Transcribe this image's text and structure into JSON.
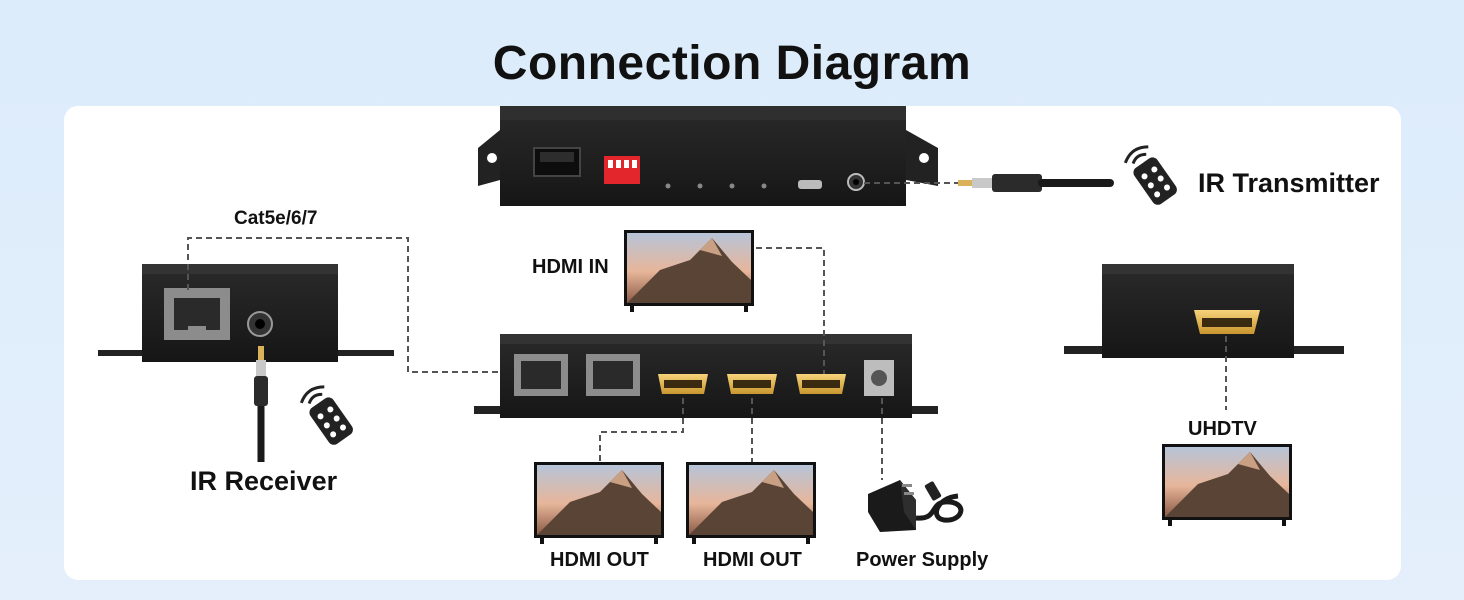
{
  "title": "Connection Diagram",
  "labels": {
    "cat_cable": "Cat5e/6/7",
    "ir_receiver": "IR Receiver",
    "ir_transmitter": "IR Transmitter",
    "hdmi_in": "HDMI IN",
    "hdmi_out_1": "HDMI OUT",
    "hdmi_out_2": "HDMI OUT",
    "power_supply": "Power Supply",
    "uhdtv": "UHDTV"
  },
  "colors": {
    "background": "#dcecfb",
    "panel": "#ffffff",
    "device_body": "#1f1f1f",
    "hdmi_port": "#e8b84a",
    "dip_switch": "#e3262c",
    "dashed_line": "#555555"
  }
}
